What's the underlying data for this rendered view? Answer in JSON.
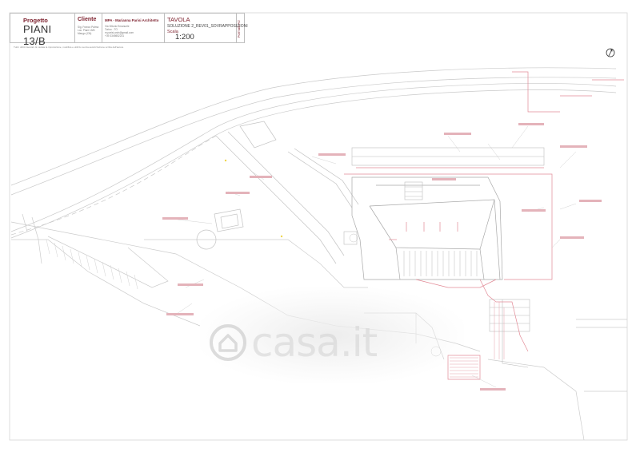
{
  "title_block": {
    "project_label": "Progetto",
    "project_name": "PIANI 13/B",
    "client_label": "Cliente",
    "client_lines": [
      "Sig. Franco Palma",
      "Loc. Piani 13/B",
      "Mango (CN)"
    ],
    "architect_name": "MPA - Marianna Parisi Architetto",
    "architect_lines": [
      "Via Vittorio Emanuele",
      "Torino - TO",
      "m.parisi.arch@gmail.com",
      "+39 3349852231"
    ],
    "table_label": "TAVOLA",
    "table_code": "SOLUZIONE 2_REV01_SOVRAPPOSIZIONI",
    "scale_label": "Scala",
    "scale_value": "1:200",
    "format_label": "Formato A2"
  },
  "note": "Tutti i diritti riservati. È vietata la riproduzione, modifica e utilizzo senza autorizzazione scritta dell'autore",
  "watermark": "casa.it",
  "icons": [
    "north-arrow-icon",
    "house-logo-icon"
  ],
  "colors": {
    "accent": "#7b1e2b",
    "existing_lines": "#c7c7c7",
    "project_lines": "#e28a96"
  }
}
